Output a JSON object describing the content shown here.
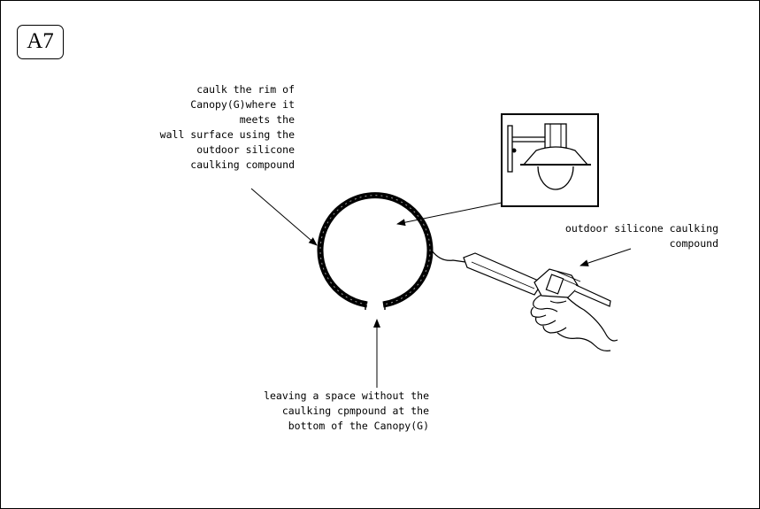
{
  "step": {
    "label": "A7"
  },
  "notes": {
    "rim_instruction": "caulk the rim of\nCanopy(G)where it\nmeets the\nwall surface using the\noutdoor silicone\ncaulking compound",
    "compound_label": "outdoor silicone caulking\ncompound",
    "gap_instruction": "leaving a space without the\ncaulking cpmpound at the\nbottom of the Canopy(G)"
  }
}
